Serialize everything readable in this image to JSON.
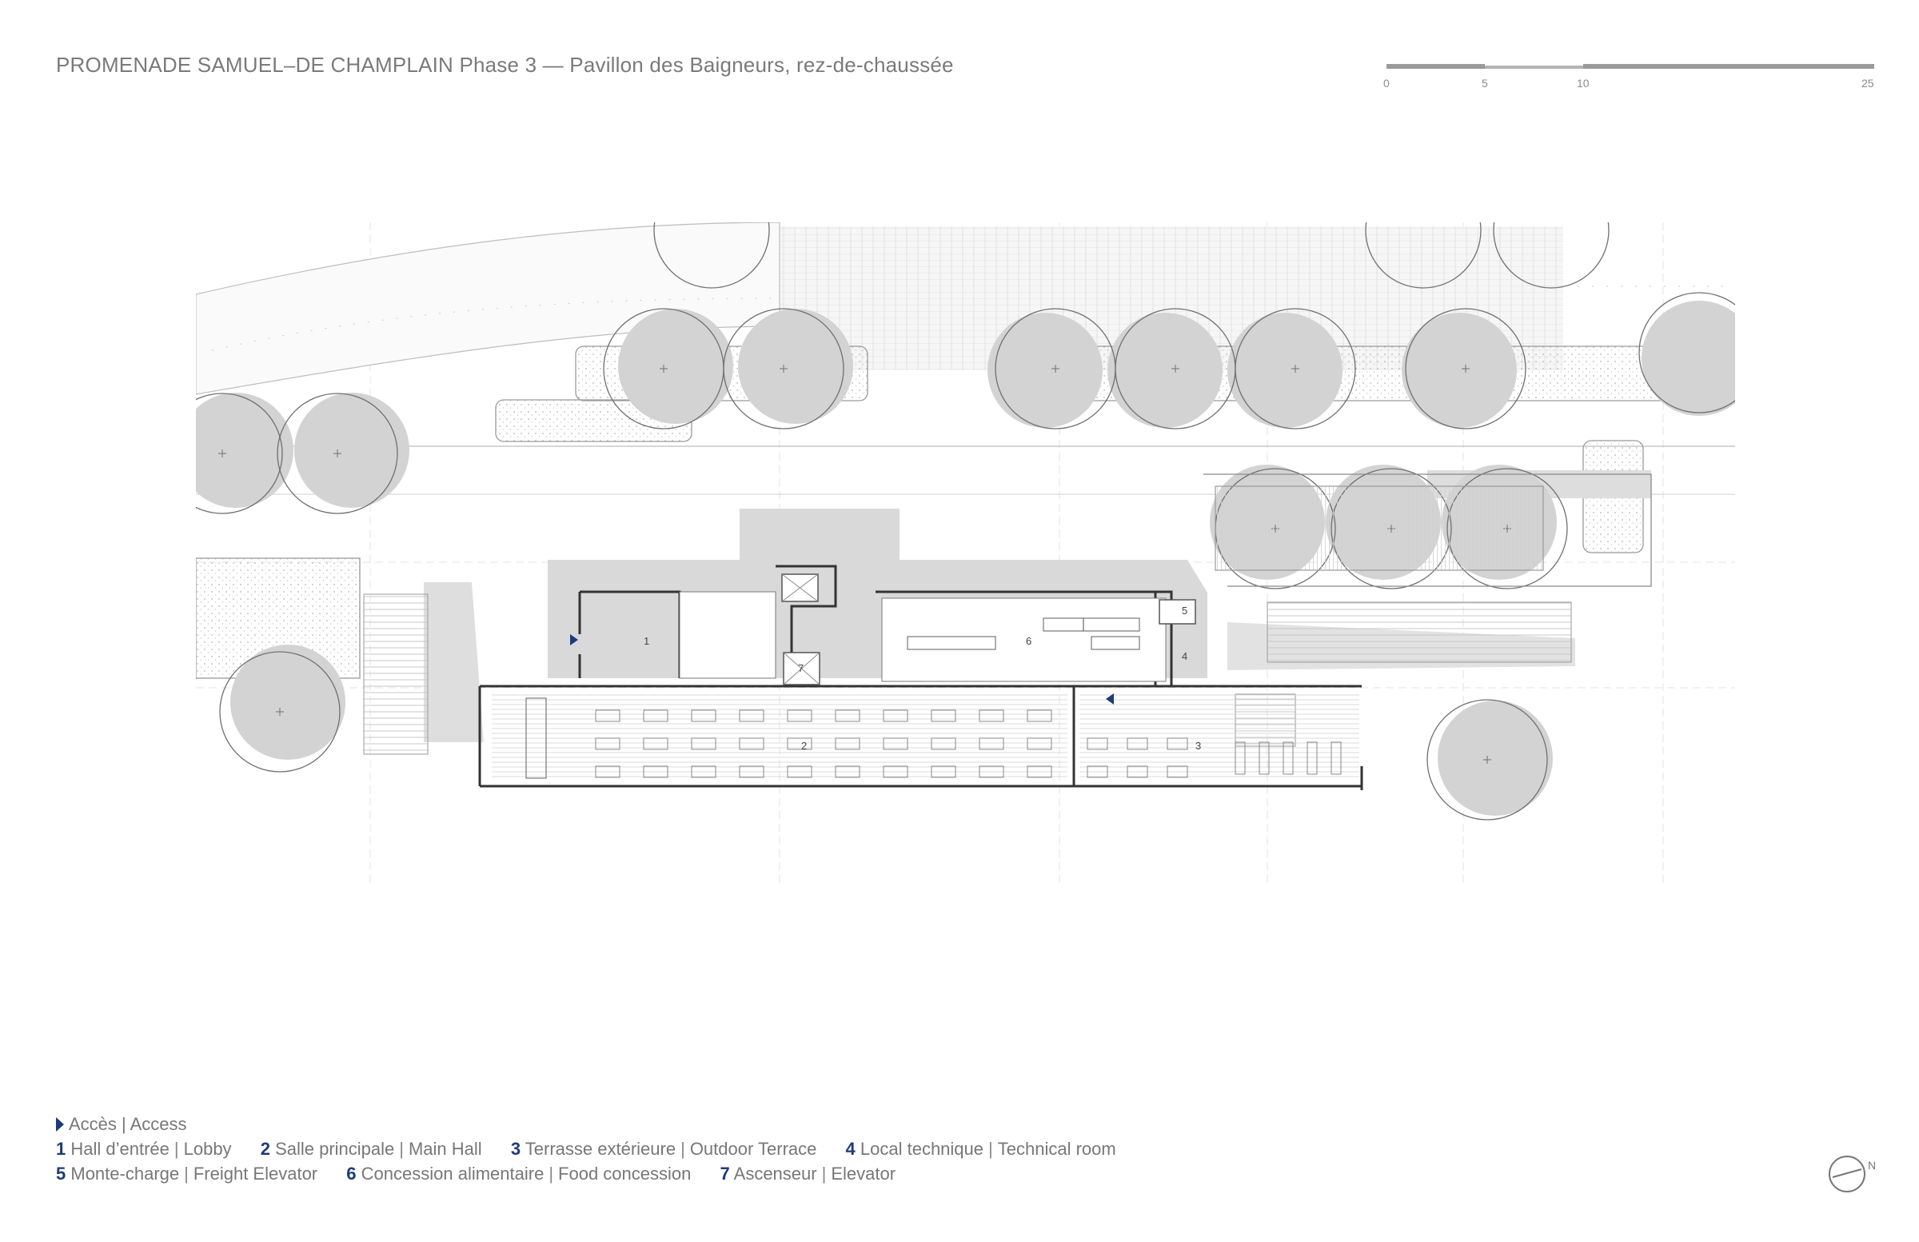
{
  "title": "PROMENADE SAMUEL–DE CHAMPLAIN Phase 3 — Pavillon des Baigneurs, rez-de-chaussée",
  "scale": {
    "ticks": [
      "0",
      "5",
      "10",
      "25"
    ]
  },
  "plan_labels": {
    "r1": "1",
    "r2": "2",
    "r3": "3",
    "r4": "4",
    "r5": "5",
    "r6": "6",
    "r7": "7"
  },
  "legend": {
    "access": "Accès | Access",
    "items": [
      {
        "num": "1",
        "fr": "Hall d’entrée",
        "en": "Lobby"
      },
      {
        "num": "2",
        "fr": "Salle principale",
        "en": "Main Hall"
      },
      {
        "num": "3",
        "fr": "Terrasse extérieure",
        "en": "Outdoor Terrace"
      },
      {
        "num": "4",
        "fr": "Local technique",
        "en": "Technical room"
      },
      {
        "num": "5",
        "fr": "Monte-charge",
        "en": "Freight Elevator"
      },
      {
        "num": "6",
        "fr": "Concession alimentaire",
        "en": "Food concession"
      },
      {
        "num": "7",
        "fr": "Ascenseur",
        "en": "Elevator"
      }
    ]
  },
  "north_label": "N",
  "colors": {
    "accent": "#1f3a7a",
    "line": "#8a8a8a",
    "shadow": "#d9d9d9"
  }
}
